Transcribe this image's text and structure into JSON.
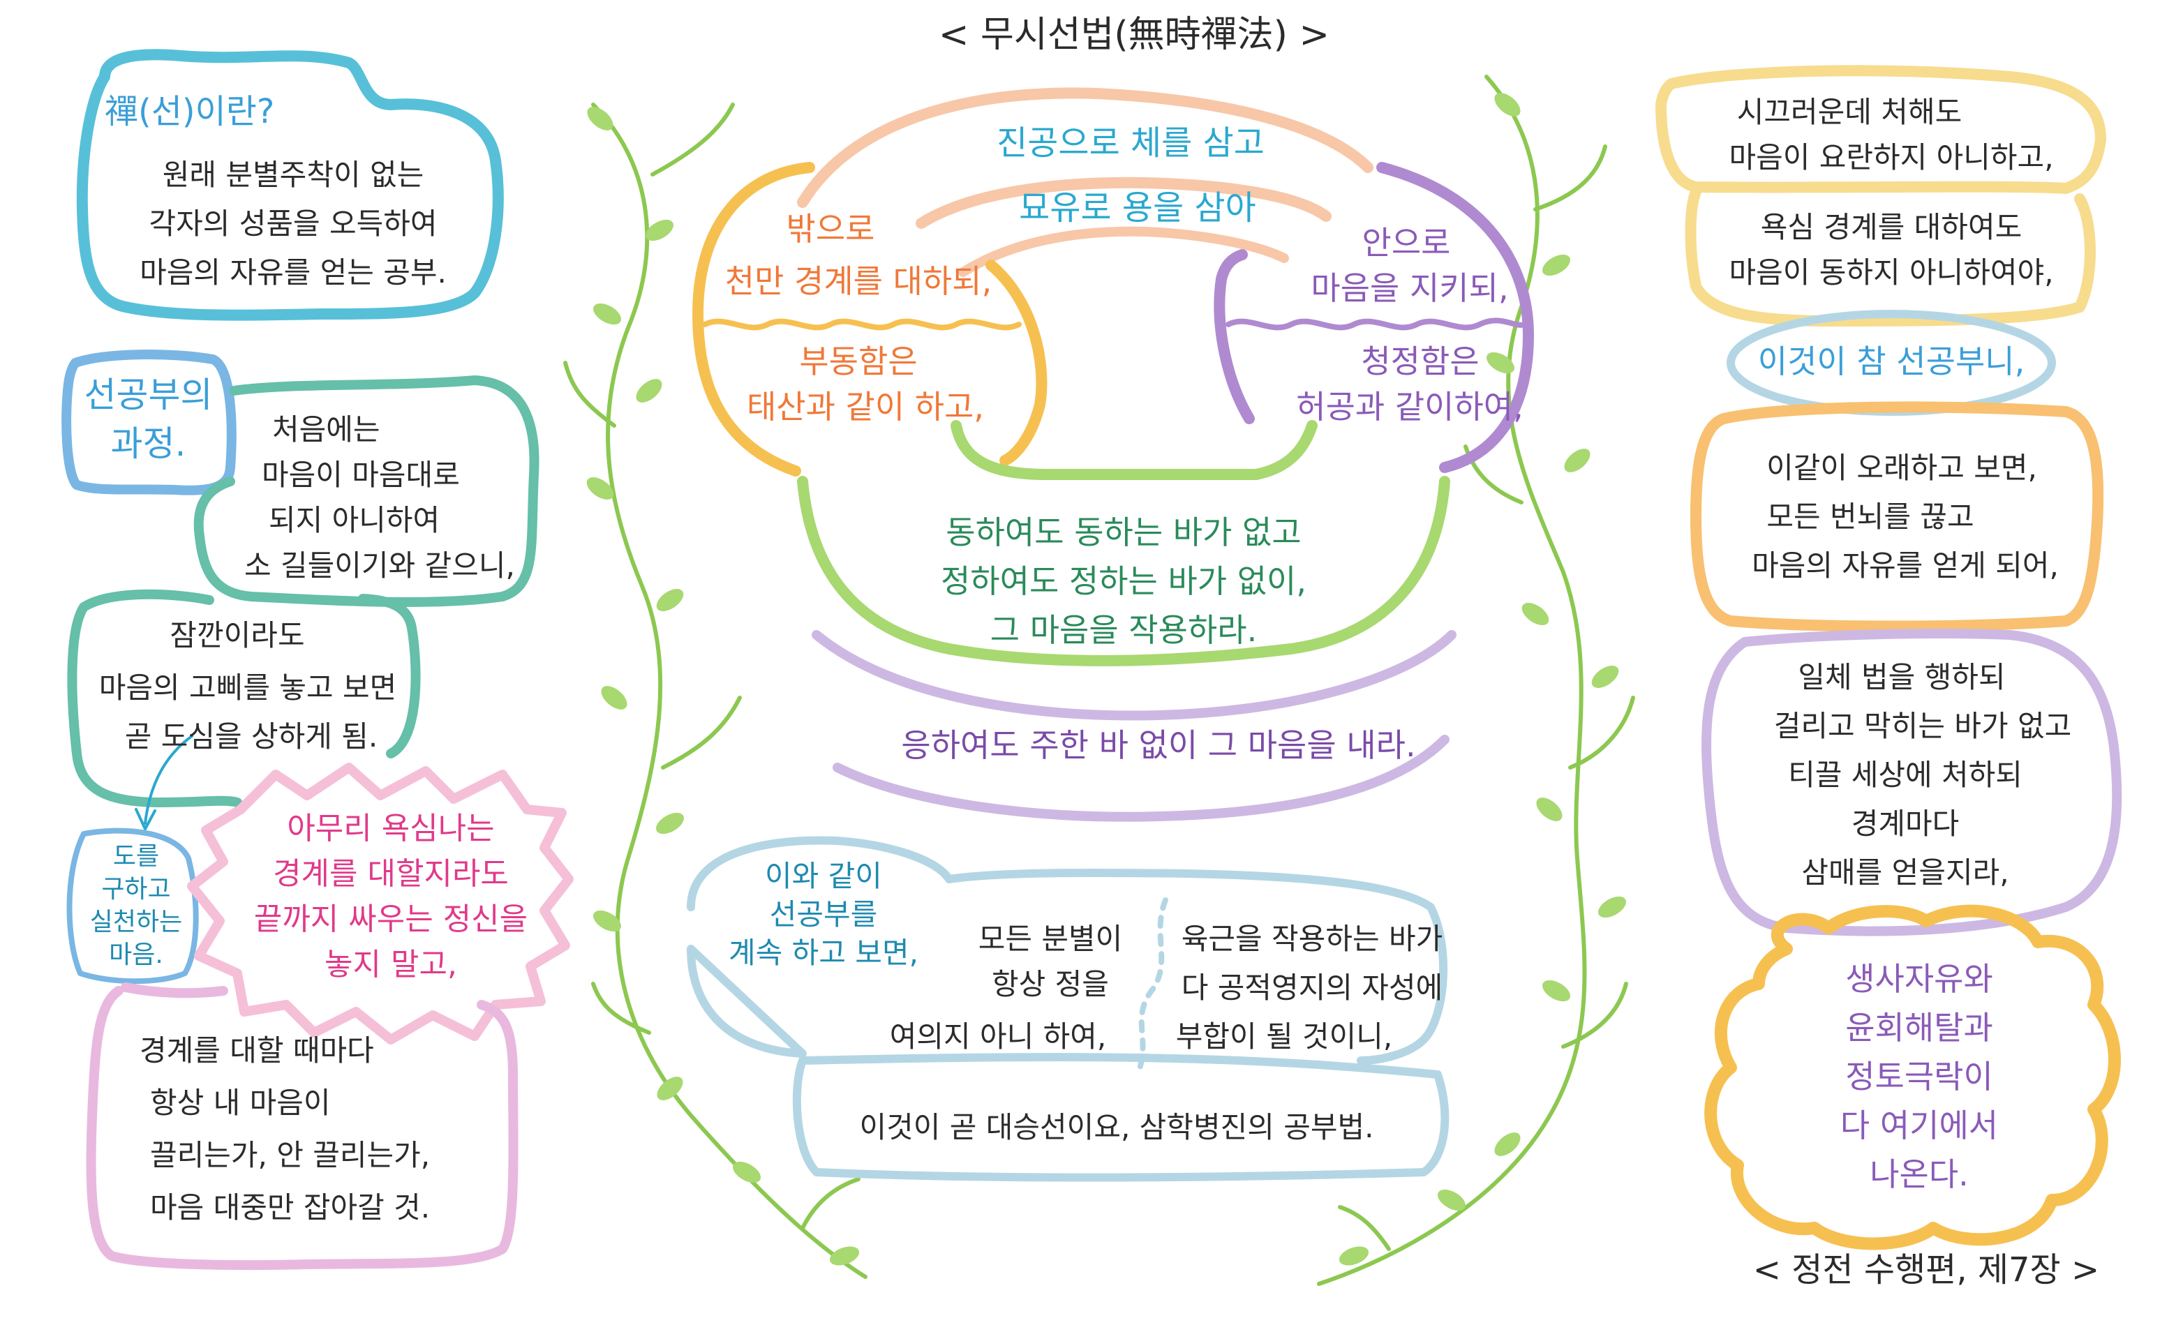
{
  "title": "< 무시선법(無時禪法) >",
  "footer": "< 정전 수행편, 제7장 >",
  "colors": {
    "teal": "#57c0d8",
    "blue": "#7ab6e3",
    "sea": "#66bfa8",
    "pink": "#f5bfd8",
    "rose": "#e9b8df",
    "green": "#a8d870",
    "vine": "#8cc850",
    "peach": "#f7c7a8",
    "orange": "#f6c050",
    "purple": "#b08ad0",
    "lavender": "#cdb8e3",
    "yellow": "#f7dc8e",
    "lorange": "#f8c070",
    "lightblue": "#b4d6e4"
  },
  "left": {
    "zen_heading": "禪(선)이란?",
    "zen_body": [
      "원래 분별주착이 없는",
      "각자의 성품을 오득하여",
      "마음의 자유를 얻는 공부."
    ],
    "process_heading": [
      "선공부의",
      "과정."
    ],
    "process_body": [
      "처음에는",
      "마음이 마음대로",
      "되지 아니하여",
      "소 길들이기와 같으니,"
    ],
    "moment_body": [
      "잠깐이라도",
      "마음의 고삐를 놓고 보면",
      "곧 도심을 상하게 됨."
    ],
    "practice_label": [
      "도를",
      "구하고",
      "실천하는",
      "마음."
    ],
    "desire_body": [
      "아무리 욕심나는",
      "경계를 대할지라도",
      "끝까지 싸우는 정신을",
      "놓지 말고,"
    ],
    "boundary_body": [
      "경계를 대할 때마다",
      "항상 내 마음이",
      "끌리는가, 안 끌리는가,",
      "마음 대중만 잡아갈 것."
    ]
  },
  "center": {
    "arc1": "진공으로 체를 삼고",
    "arc2": "묘유로 용을 삼아",
    "outside": [
      "밖으로",
      "천만 경계를 대하되,"
    ],
    "immovable": [
      "부동함은",
      "태산과 같이 하고,"
    ],
    "inside": [
      "안으로",
      "마음을 지키되,"
    ],
    "purity": [
      "청정함은",
      "허공과 같이하여,"
    ],
    "movement": [
      "동하여도 동하는 바가 없고",
      "정하여도 정하는 바가 없이,",
      "그 마음을 작용하라."
    ],
    "response": "응하여도 주한 바 없이 그 마음을 내라.",
    "continue": [
      "이와 같이",
      "선공부를",
      "계속 하고 보면,"
    ],
    "discrimination": [
      "모든 분별이",
      "항상 정을",
      "여의지 아니 하여,"
    ],
    "six_senses": [
      "육근을 작용하는 바가",
      "다 공적영지의 자성에",
      "부합이 될 것이니,"
    ],
    "mahayana": "이것이 곧 대승선이요, 삼학병진의 공부법."
  },
  "right": {
    "noisy": [
      "시끄러운데 처해도",
      "마음이 요란하지 아니하고,"
    ],
    "greed": [
      "욕심 경계를 대하여도",
      "마음이 동하지 아니하여야,"
    ],
    "true_zen": "이것이 참 선공부니,",
    "long_time": [
      "이같이 오래하고 보면,",
      "모든 번뇌를 끊고",
      "마음의 자유를 얻게 되어,"
    ],
    "dharma": [
      "일체 법을 행하되",
      "걸리고 막히는 바가 없고",
      "티끌 세상에 처하되",
      "경계마다",
      "삼매를 얻을지라,"
    ],
    "liberation": [
      "생사자유와",
      "윤회해탈과",
      "정토극락이",
      "다 여기에서",
      "나온다."
    ]
  }
}
